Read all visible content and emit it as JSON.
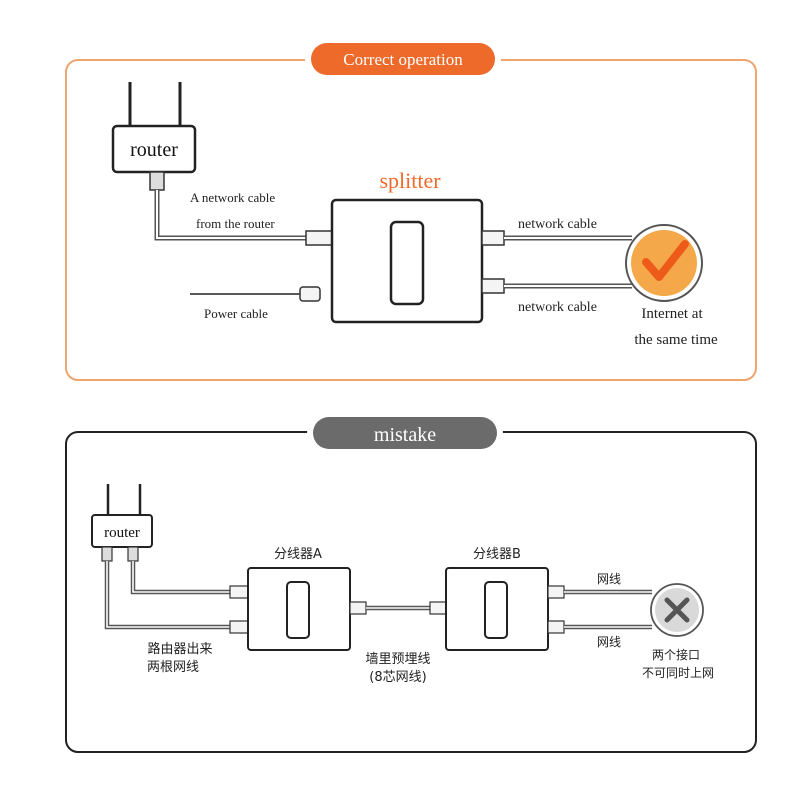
{
  "correct": {
    "badge": "Correct operation",
    "router_label": "router",
    "splitter_label": "splitter",
    "router_cable_label_1": "A network cable",
    "router_cable_label_2": "from the router",
    "power_cable_label": "Power cable",
    "out_cable_top_label": "network cable",
    "out_cable_bottom_label": "network cable",
    "result_line_1": "Internet at",
    "result_line_2": "the same time",
    "icon": "check-icon"
  },
  "mistake": {
    "badge": "mistake",
    "router_label": "router",
    "splitter_a_label": "分线器A",
    "splitter_b_label": "分线器B",
    "router_cables_line_1": "路由器出来",
    "router_cables_line_2": "两根网线",
    "wall_cable_line_1": "墙里预埋线",
    "wall_cable_line_2": "(8芯网线)",
    "out_cable_top_label": "网线",
    "out_cable_bottom_label": "网线",
    "result_line_1": "两个接口",
    "result_line_2": "不可同时上网",
    "icon": "cross-icon"
  },
  "colors": {
    "accent": "#ee6a2a",
    "panel_border_top": "#f0a46e",
    "mistake_badge": "#6b6b6b",
    "check_circle": "#f4a84a",
    "cross_circle": "#d9d9d9",
    "cable": "#555555"
  }
}
